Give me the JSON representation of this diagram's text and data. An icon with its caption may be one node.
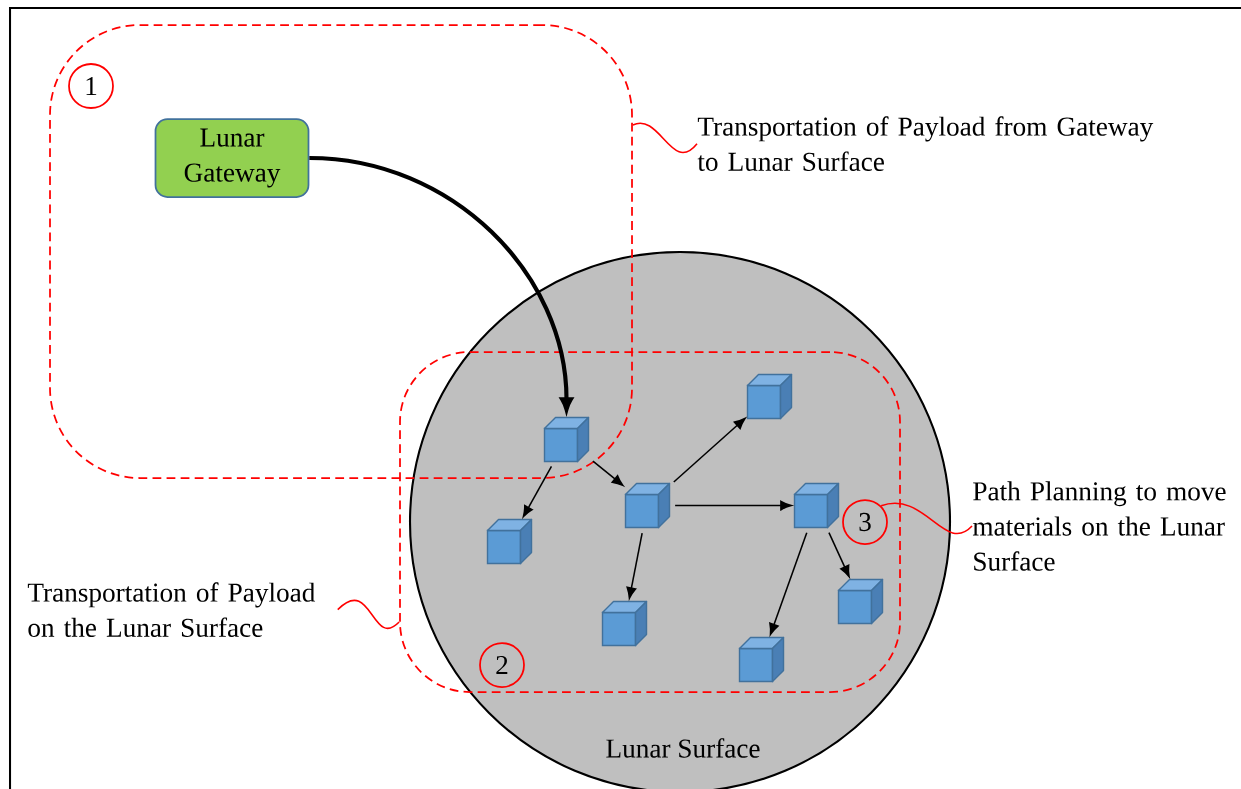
{
  "diagram": {
    "nodes": [
      {
        "text": [],
        "shape": "box"
      },
      {
        "text": [
          "1"
        ],
        "in": 0
      },
      {
        "text": [
          "Lunar Gateway"
        ],
        "in": 0
      },
      {
        "text": [
          "Transportation of Payload from Gateway to Lunar Surface"
        ]
      },
      {
        "text": [
          "Lunar Surface"
        ]
      },
      {
        "text": [],
        "shape": "box",
        "in": 4
      },
      {
        "text": [
          "3"
        ],
        "in": 5
      },
      {
        "text": [
          "Path Planning to move materials on the Lunar Surface"
        ]
      },
      {
        "text": [
          "Transportation of Payload on the Lunar Surface"
        ]
      },
      {
        "text": [
          "2"
        ],
        "in": 5
      },
      {
        "text": [],
        "shape": "cube",
        "in": 5
      },
      {
        "text": [],
        "shape": "cube"
      },
      {
        "text": [],
        "shape": "cube",
        "in": 5
      },
      {
        "text": [],
        "shape": "cube",
        "in": 5
      },
      {
        "text": [],
        "shape": "cube",
        "in": 5
      },
      {
        "text": [],
        "shape": "cube",
        "in": 5
      },
      {
        "text": [],
        "shape": "cube",
        "in": 5
      },
      {
        "text": [],
        "shape": "cube",
        "in": 5
      }
    ],
    "edges": [
      {
        "from": 2,
        "to": 11,
        "arrow": "to",
        "style": "thick"
      },
      {
        "from": 11,
        "to": 10,
        "arrow": "to"
      },
      {
        "from": 11,
        "to": 13,
        "arrow": "to"
      },
      {
        "from": 13,
        "to": 15,
        "arrow": "to"
      },
      {
        "from": 13,
        "to": 16,
        "arrow": "to"
      },
      {
        "from": 13,
        "to": 12,
        "arrow": "to"
      },
      {
        "from": 16,
        "to": 14,
        "arrow": "to"
      },
      {
        "from": 16,
        "to": 17,
        "arrow": "to"
      },
      {
        "from": 3,
        "to": 0,
        "arrow": "none",
        "color": "#ff0000"
      },
      {
        "from": 8,
        "to": 5,
        "arrow": "none",
        "color": "#ff0000"
      },
      {
        "from": 7,
        "to": 6,
        "arrow": "none",
        "color": "#ff0000"
      }
    ]
  }
}
